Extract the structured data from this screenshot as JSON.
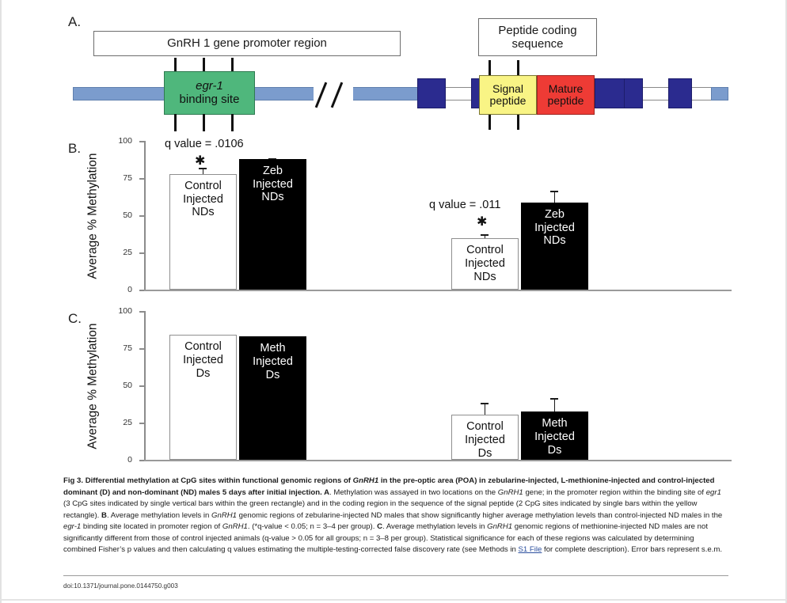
{
  "figure": {
    "panel_a_letter": "A.",
    "panel_b_letter": "B.",
    "panel_c_letter": "C."
  },
  "panel_a": {
    "promoter_callout": "GnRH 1 gene promoter region",
    "coding_callout_line1": "Peptide coding",
    "coding_callout_line2": "sequence",
    "egr1_line1": "egr-1",
    "egr1_line2": "binding site",
    "signal_line1": "Signal",
    "signal_line2": "peptide",
    "mature_line1": "Mature",
    "mature_line2": "peptide",
    "colors": {
      "backbone": "#7b9ccd",
      "exon": "#2b2b8f",
      "egr1_box": "#4fb77c",
      "signal_peptide_box": "#f9f485",
      "mature_peptide_box": "#ee3b35"
    },
    "cpg_sites_promoter": 3,
    "cpg_sites_signal_peptide": 2
  },
  "chart_data": [
    {
      "type": "bar",
      "panel": "B",
      "title": "",
      "ylabel": "Average % Methylation",
      "xlabel": "",
      "ylim": [
        0,
        100
      ],
      "yticks": [
        "0",
        "25",
        "50",
        "75",
        "100"
      ],
      "grid": false,
      "legend": "none",
      "groups": [
        {
          "name": "egr-1 binding site (promoter region)",
          "annotation": "q value = .0106",
          "significance": "*",
          "bars": [
            {
              "label_lines": [
                "Control",
                "Injected",
                "NDs"
              ],
              "value": 77,
              "error": 2,
              "fill": "open"
            },
            {
              "label_lines": [
                "Zeb",
                "Injected",
                "NDs"
              ],
              "value": 87,
              "error": 1.5,
              "fill": "filled"
            }
          ]
        },
        {
          "name": "signal peptide (coding region)",
          "annotation": "q value = .011",
          "significance": "*",
          "bars": [
            {
              "label_lines": [
                "Control",
                "Injected",
                "NDs"
              ],
              "value": 34,
              "error": 3,
              "fill": "open"
            },
            {
              "label_lines": [
                "Zeb",
                "Injected",
                "NDs"
              ],
              "value": 58,
              "error": 5,
              "fill": "filled"
            }
          ]
        }
      ]
    },
    {
      "type": "bar",
      "panel": "C",
      "title": "",
      "ylabel": "Average % Methylation",
      "xlabel": "",
      "ylim": [
        0,
        100
      ],
      "yticks": [
        "0",
        "25",
        "50",
        "75",
        "100"
      ],
      "grid": false,
      "legend": "none",
      "groups": [
        {
          "name": "egr-1 binding site (promoter region)",
          "annotation": "",
          "significance": "",
          "bars": [
            {
              "label_lines": [
                "Control",
                "Injected",
                "Ds"
              ],
              "value": 83,
              "error": 0.7,
              "fill": "open"
            },
            {
              "label_lines": [
                "Meth",
                "Injected",
                "Ds"
              ],
              "value": 82,
              "error": 1.8,
              "fill": "filled"
            }
          ]
        },
        {
          "name": "signal peptide (coding region)",
          "annotation": "",
          "significance": "",
          "bars": [
            {
              "label_lines": [
                "Control",
                "Injected",
                "Ds"
              ],
              "value": 30,
              "error": 4.5,
              "fill": "open"
            },
            {
              "label_lines": [
                "Meth",
                "Injected",
                "Ds"
              ],
              "value": 32,
              "error": 5.5,
              "fill": "filled"
            }
          ]
        }
      ]
    }
  ],
  "panel_b": {
    "y_axis_title": "Average % Methylation",
    "y_ticks": [
      "100",
      "75",
      "50",
      "25",
      "0"
    ],
    "annot_left": "q value = .0106",
    "annot_right": "q value = .011",
    "star": "✱",
    "bar1_l1": "Control",
    "bar1_l2": "Injected",
    "bar1_l3": "NDs",
    "bar2_l1": "Zeb",
    "bar2_l2": "Injected",
    "bar2_l3": "NDs",
    "bar3_l1": "Control",
    "bar3_l2": "Injected",
    "bar3_l3": "NDs",
    "bar4_l1": "Zeb",
    "bar4_l2": "Injected",
    "bar4_l3": "NDs"
  },
  "panel_c": {
    "y_axis_title": "Average % Methylation",
    "y_ticks": [
      "100",
      "75",
      "50",
      "25",
      "0"
    ],
    "bar1_l1": "Control",
    "bar1_l2": "Injected",
    "bar1_l3": "Ds",
    "bar2_l1": "Meth",
    "bar2_l2": "Injected",
    "bar2_l3": "Ds",
    "bar3_l1": "Control",
    "bar3_l2": "Injected",
    "bar3_l3": "Ds",
    "bar4_l1": "Meth",
    "bar4_l2": "Injected",
    "bar4_l3": "Ds"
  },
  "caption": {
    "bold_lead": "Fig 3. Differential methylation at CpG sites within functional genomic regions of ",
    "bold_gene1": "GnRH1",
    "bold_mid": " in the pre-optic area (POA) in zebularine-injected, L-methionine-injected and control-injected dominant (D) and non-dominant (ND) males 5 days after initial injection. ",
    "bold_A": "A",
    "text_a": ". Methylation was assayed in two locations on the ",
    "gene2": "GnRH1",
    "text_a2": " gene; in the promoter region within the binding site of ",
    "gene_egr1a": "egr1",
    "text_a3": " (3 CpG sites indicated by single vertical bars within the green rectangle) and in the coding region in the sequence of the signal peptide (2 CpG sites indicated by single bars within the yellow rectangle). ",
    "bold_B": "B",
    "text_b": ". Average methylation levels in ",
    "gene3": "GnRH1",
    "text_b2": " genomic regions of zebularine-injected ND males that show significantly higher average methylation levels than control-injected ND males in the ",
    "gene_egr1b": "egr-1",
    "text_b3": " binding site located in promoter region of ",
    "gene4": "GnRH1",
    "text_b4": ". (*q-value < 0.05; n = 3–4 per group). ",
    "bold_C": "C",
    "text_c": ". Average methylation levels in ",
    "gene5": "GnRH1",
    "text_c2": " genomic regions of methionine-injected ND males are not significantly different from those of control injected animals (q-value > 0.05 for all groups; n = 3–8 per group). Statistical significance for each of these regions was calculated by determining combined Fisher’s p values and then calculating q values estimating the multiple-testing-corrected false discovery rate (see Methods in ",
    "link": "S1 File",
    "text_c3": " for complete description). Error bars represent s.e.m."
  },
  "doi": "doi:10.1371/journal.pone.0144750.g003"
}
